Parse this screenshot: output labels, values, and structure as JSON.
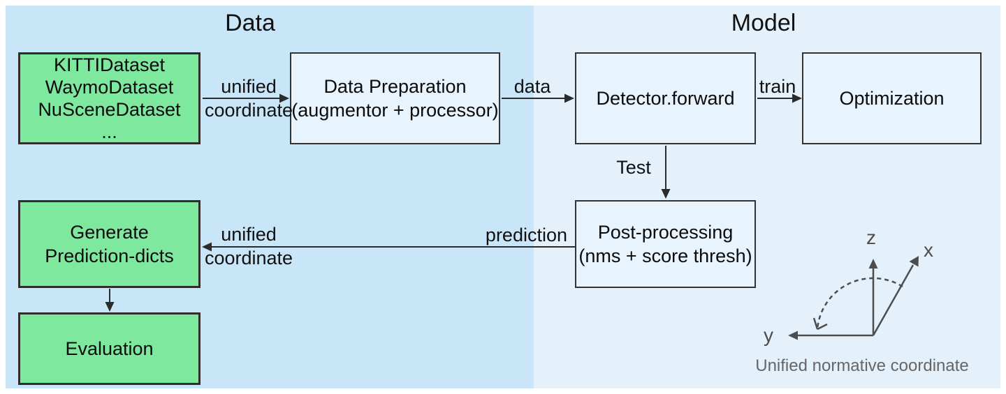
{
  "sections": {
    "data": {
      "title": "Data"
    },
    "model": {
      "title": "Model"
    }
  },
  "boxes": {
    "datasets": {
      "lines": [
        "KITTIDataset",
        "WaymoDataset",
        "NuSceneDataset",
        "..."
      ]
    },
    "data_preparation": {
      "lines": [
        "Data Preparation",
        "(augmentor + processor)"
      ]
    },
    "detector": {
      "lines": [
        "Detector.forward"
      ]
    },
    "optimization": {
      "lines": [
        "Optimization"
      ]
    },
    "post_processing": {
      "lines": [
        "Post-processing",
        "(nms + score thresh)"
      ]
    },
    "generate": {
      "lines": [
        "Generate",
        "Prediction-dicts"
      ]
    },
    "evaluation": {
      "lines": [
        "Evaluation"
      ]
    }
  },
  "edges": {
    "datasets_to_preparation": {
      "label_line1": "unified",
      "label_line2": "coordinate"
    },
    "preparation_to_detector": {
      "label": "data"
    },
    "detector_to_optimization": {
      "label": "train"
    },
    "detector_to_postprocessing": {
      "label": "Test"
    },
    "postprocessing_to_generate": {
      "label_right": "prediction",
      "label_line1": "unified",
      "label_line2": "coordinate"
    }
  },
  "coordinate_figure": {
    "z_label": "z",
    "x_label": "x",
    "y_label": "y",
    "caption": "Unified normative coordinate"
  },
  "colors": {
    "panel_left_bg": "#c9e6f8",
    "panel_right_bg": "#e4f1fb",
    "green_node_fill": "#7de89e",
    "light_node_fill": "#e7f3fd",
    "node_border": "#2e2e2e",
    "arrow": "#2b2b2b",
    "axis_gray": "#4d4d4d",
    "caption_gray": "#666666"
  }
}
